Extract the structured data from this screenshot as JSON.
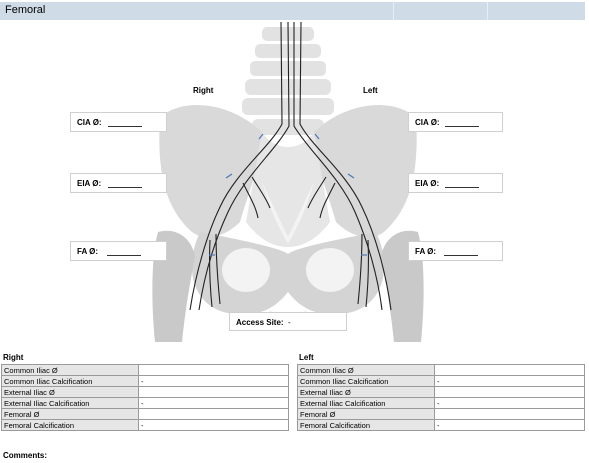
{
  "header": {
    "title": "Femoral"
  },
  "diagram": {
    "right_label": "Right",
    "left_label": "Left",
    "measurements": {
      "right_cia": "CIA Ø:",
      "right_eia": "EIA Ø:",
      "right_fa": "FA Ø:",
      "left_cia": "CIA Ø:",
      "left_eia": "EIA Ø:",
      "left_fa": "FA Ø:"
    },
    "access_site": {
      "label": "Access Site:",
      "value": "-"
    }
  },
  "tables": {
    "right": {
      "title": "Right",
      "rows": [
        {
          "label": "Common Iliac Ø",
          "value": ""
        },
        {
          "label": "Common Iliac Calcification",
          "value": "-"
        },
        {
          "label": "External Iliac Ø",
          "value": ""
        },
        {
          "label": "External Iliac Calcification",
          "value": "-"
        },
        {
          "label": "Femoral Ø",
          "value": ""
        },
        {
          "label": "Femoral Calcification",
          "value": "-"
        }
      ]
    },
    "left": {
      "title": "Left",
      "rows": [
        {
          "label": "Common Iliac Ø",
          "value": ""
        },
        {
          "label": "Common Iliac Calcification",
          "value": "-"
        },
        {
          "label": "External Iliac Ø",
          "value": ""
        },
        {
          "label": "External Iliac Calcification",
          "value": "-"
        },
        {
          "label": "Femoral Ø",
          "value": ""
        },
        {
          "label": "Femoral Calcification",
          "value": "-"
        }
      ]
    }
  },
  "comments_label": "Comments:",
  "colors": {
    "header_bg": "#cfdbe6",
    "bone_light": "#e4e4e4",
    "bone_dark": "#cdcdcd",
    "cell_key_bg": "#e6e6e6"
  }
}
